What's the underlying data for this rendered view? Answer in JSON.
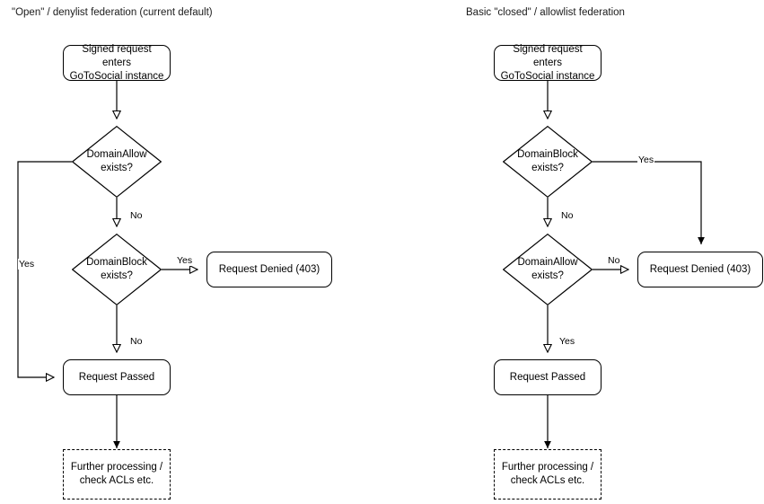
{
  "page": {
    "background": "#ffffff",
    "line_color": "#000000",
    "text_color": "#000000"
  },
  "columns": [
    {
      "id": "open",
      "title": "\"Open\" / denylist federation (current default)",
      "nodes": {
        "start": "Signed request enters\nGoToSocial instance",
        "decision_1": "DomainAllow\nexists?",
        "decision_2": "DomainBlock\nexists?",
        "denied": "Request Denied (403)",
        "passed": "Request Passed",
        "further": "Further processing /\ncheck ACLs etc."
      },
      "edge_labels": {
        "allow_yes": "Yes",
        "allow_no": "No",
        "block_yes": "Yes",
        "block_no": "No"
      }
    },
    {
      "id": "closed",
      "title": "Basic \"closed\" / allowlist federation",
      "nodes": {
        "start": "Signed request enters\nGoToSocial instance",
        "decision_1": "DomainBlock\nexists?",
        "decision_2": "DomainAllow\nexists?",
        "denied": "Request Denied (403)",
        "passed": "Request Passed",
        "further": "Further processing /\ncheck ACLs etc."
      },
      "edge_labels": {
        "block_yes": "Yes",
        "block_no": "No",
        "allow_no": "No",
        "allow_yes": "Yes"
      }
    }
  ]
}
